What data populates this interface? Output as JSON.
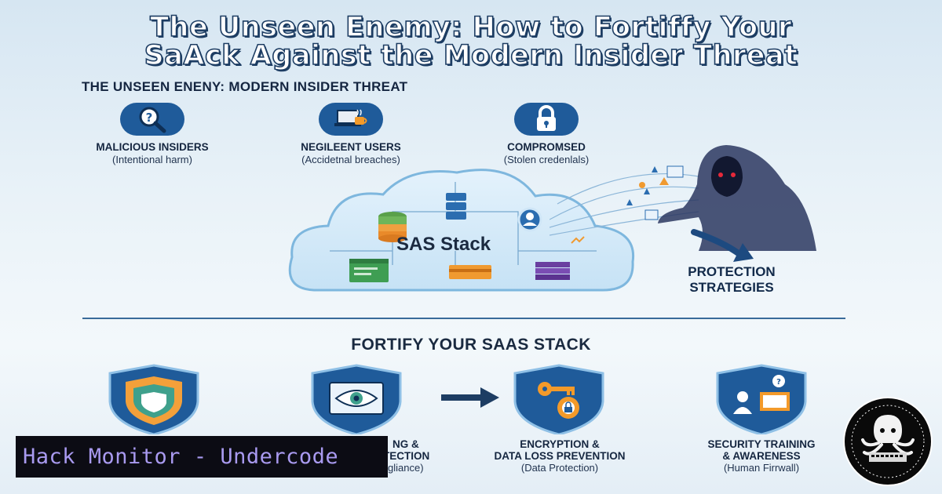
{
  "title": {
    "line1": "The Unseen Enemy: How to Fortiffy Your",
    "line2": "SaAck Against the Modern Insider Threat"
  },
  "section_top": {
    "heading": "THE UNSEEN ENENY: MODERN INSIDER THREAT",
    "threats": [
      {
        "label": "MALICIOUS INSIDERS",
        "sub": "(Intentional harm)",
        "icon": "magnifier-question-icon"
      },
      {
        "label": "NEGILEENT USERS",
        "sub": "(Accidetnal breaches)",
        "icon": "coffee-laptop-icon"
      },
      {
        "label": "COMPROMSED",
        "sub": "(Stolen credenlals)",
        "icon": "padlock-icon"
      }
    ],
    "cloud_label": "SAS Stack",
    "protection_line1": "PROTECTION",
    "protection_line2": "STRATEGIES"
  },
  "section_bottom": {
    "heading": "FORTIFY YOUR SAAS STACK",
    "strategies": [
      {
        "line1": "",
        "line2": "",
        "line3": "",
        "icon": "shield-icon"
      },
      {
        "line1": "NG &",
        "line2": "TECTION",
        "line3": "gliance)",
        "icon": "eye-monitor-icon"
      },
      {
        "line1": "ENCRYPTION &",
        "line2": "DATA LOSS PREVENTION",
        "line3": "(Data Protection)",
        "icon": "key-gear-icon"
      },
      {
        "line1": "SECURITY TRAINING",
        "line2": "& AWARENESS",
        "line3": "(Human Firrwall)",
        "icon": "training-presenter-icon"
      }
    ]
  },
  "banner": {
    "text": "Hack Monitor - Undercode"
  },
  "colors": {
    "primary": "#1f5b9a",
    "navy": "#1d3d63",
    "banner_bg": "#0c0c14",
    "banner_text": "#a99af0"
  }
}
